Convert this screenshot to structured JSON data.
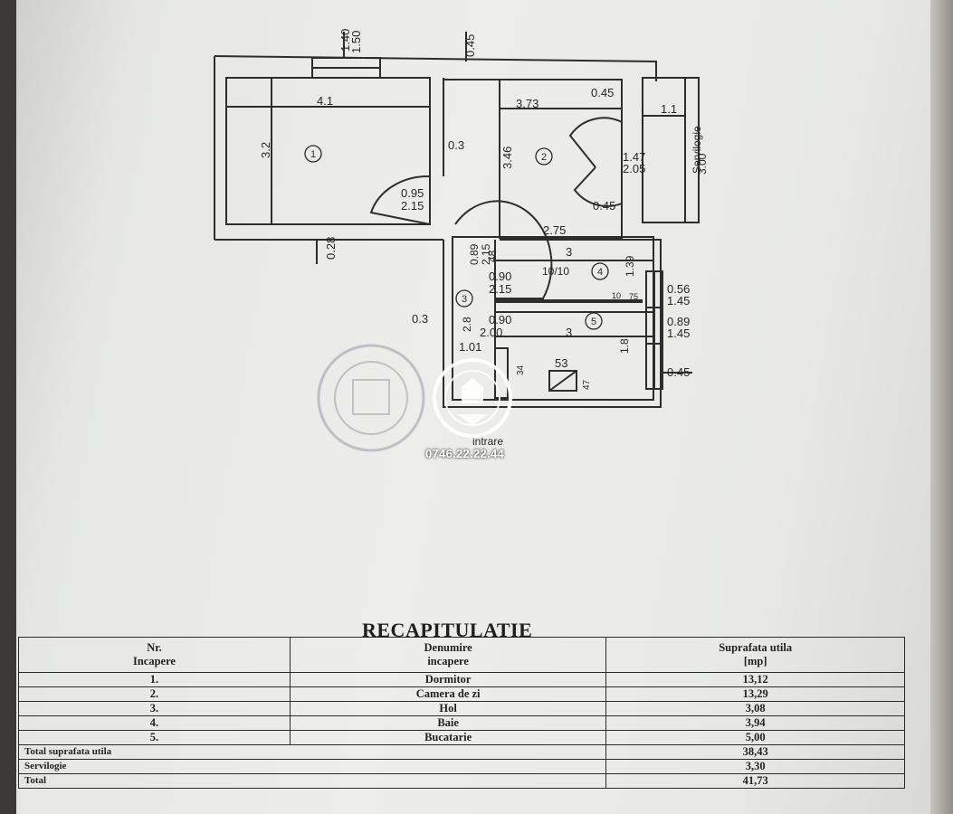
{
  "plan": {
    "dims": {
      "top_window_a": "1.40",
      "top_window_b": "1.50",
      "top_wall": "0.45",
      "r1_width": "4.1",
      "r1_height": "3.2",
      "wall_between": "0.3",
      "r2_width": "3.73",
      "r2_top_wall": "0.45",
      "r2_height": "3.46",
      "r2_bottom": "2.75",
      "r2_right_wall": "0.45",
      "door_w": "0.95",
      "door_h": "2.15",
      "bottom_wall": "0.28",
      "serv_w": "1.1",
      "serv_open_a": "1.47",
      "serv_open_b": "2.05",
      "serv_h": "3.00",
      "hall_a": "0.89",
      "hall_b": "2.15",
      "hall_c": "48",
      "r4_width": "3",
      "r4_height": "1.39",
      "door3_w": "0.90",
      "door3_h": "2.15",
      "mid_label": "10/10",
      "small_10": "10",
      "small_75": "75",
      "win_r4_a": "0.56",
      "win_r4_b": "1.45",
      "win_r5_a": "0.89",
      "win_r5_b": "1.45",
      "r5_width": "3",
      "r5_height": "1.8",
      "door5_w": "0.90",
      "door5_h": "2.00",
      "hall_h": "2.8",
      "hall_w": "1.01",
      "left_wall": "0.3",
      "bottom_right_wall": "0.45",
      "shaft": "53",
      "shaft_b": "47",
      "small_34": "34",
      "intrare": "intrare"
    },
    "rooms": {
      "r1": "1",
      "r2": "2",
      "r3": "3",
      "r4": "4",
      "r5": "5"
    },
    "serveria_label": "Servilogie"
  },
  "watermark": {
    "phone": "0746.22.22.44"
  },
  "recap": {
    "title": "RECAPITULATIE",
    "headers": {
      "nr": [
        "Nr.",
        "Incapere"
      ],
      "denumire": [
        "Denumire",
        "incapere"
      ],
      "suprafata": [
        "Suprafata utila",
        "[mp]"
      ]
    },
    "rows": [
      {
        "nr": "1.",
        "name": "Dormitor",
        "area": "13,12"
      },
      {
        "nr": "2.",
        "name": "Camera de zi",
        "area": "13,29"
      },
      {
        "nr": "3.",
        "name": "Hol",
        "area": "3,08"
      },
      {
        "nr": "4.",
        "name": "Baie",
        "area": "3,94"
      },
      {
        "nr": "5.",
        "name": "Bucatarie",
        "area": "5,00"
      }
    ],
    "footer": [
      {
        "label": "Total suprafata utila",
        "value": "38,43"
      },
      {
        "label": "Servilogie",
        "value": "3,30"
      },
      {
        "label": "Total",
        "value": "41,73"
      }
    ]
  }
}
